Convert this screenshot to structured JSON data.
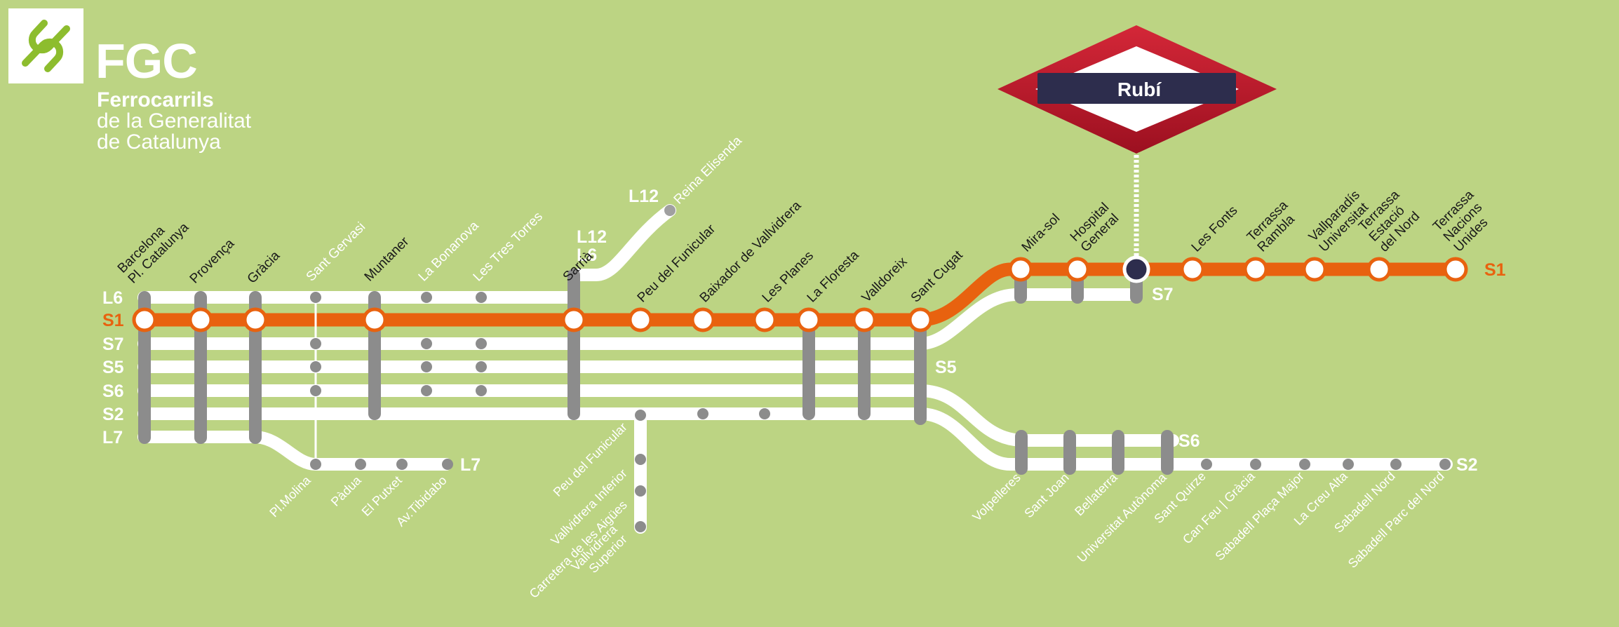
{
  "brand": {
    "acronym": "FGC",
    "line1": "Ferrocarrils",
    "line2": "de la Generalitat",
    "line3": "de Catalunya"
  },
  "current_station": "Rubí",
  "colors": {
    "background": "#bcd483",
    "s1_line": "#e8620f",
    "other_lines": "#ffffff",
    "station_dots": "#8c8c8c",
    "current_sign_red": "#b8182a",
    "current_sign_navy": "#2d2d4d"
  },
  "line_labels": {
    "l6_top": "L6",
    "s1_left": "S1",
    "s7_left": "S7",
    "s5_left": "S5",
    "s6_left": "S6",
    "s2_left": "S2",
    "l7_left": "L7",
    "l12_branch": "L12",
    "l12_sarria": "L12",
    "l6_sarria": "L6",
    "s1_right": "S1",
    "s7_right": "S7",
    "s5_right": "S5",
    "s6_right": "S6",
    "s2_right": "S2",
    "l7_right": "L7"
  },
  "stations_top": [
    "Barcelona\nPl. Catalunya",
    "Provença",
    "Gràcia",
    "Sant Gervasi",
    "Muntaner",
    "La Bonanova",
    "Les Tres Torres",
    "Sarrià",
    "Peu del Funicular",
    "Baixador de Vallvidrera",
    "Les Planes",
    "La Floresta",
    "Valldoreix",
    "Sant Cugat",
    "Mira-sol",
    "Hospital\nGeneral",
    "Les Fonts",
    "Terrassa\nRambla",
    "Vallparadís\nUniversitat",
    "Terrassa\nEstació\ndel Nord",
    "Terrassa\nNacions\nUnides"
  ],
  "l12_station": "Reina Elisenda",
  "l7_stations": [
    "Pl.Molina",
    "Pàdua",
    "El Putxet",
    "Av.Tibidabo"
  ],
  "funicular_stations": [
    "Peu del Funicular",
    "Vallvidrera Inferior",
    "Carretera de les Aigües",
    "Vallvidrera\nSuperior"
  ],
  "s2_branch_stations": [
    "Volpelleres",
    "Sant Joan",
    "Bellaterra",
    "Universitat Autònoma",
    "Sant Quirze",
    "Can Feu | Gràcia",
    "Sabadell Plaça Major",
    "La Creu Alta",
    "Sabadell Nord",
    "Sabadell Parc del Nord"
  ]
}
